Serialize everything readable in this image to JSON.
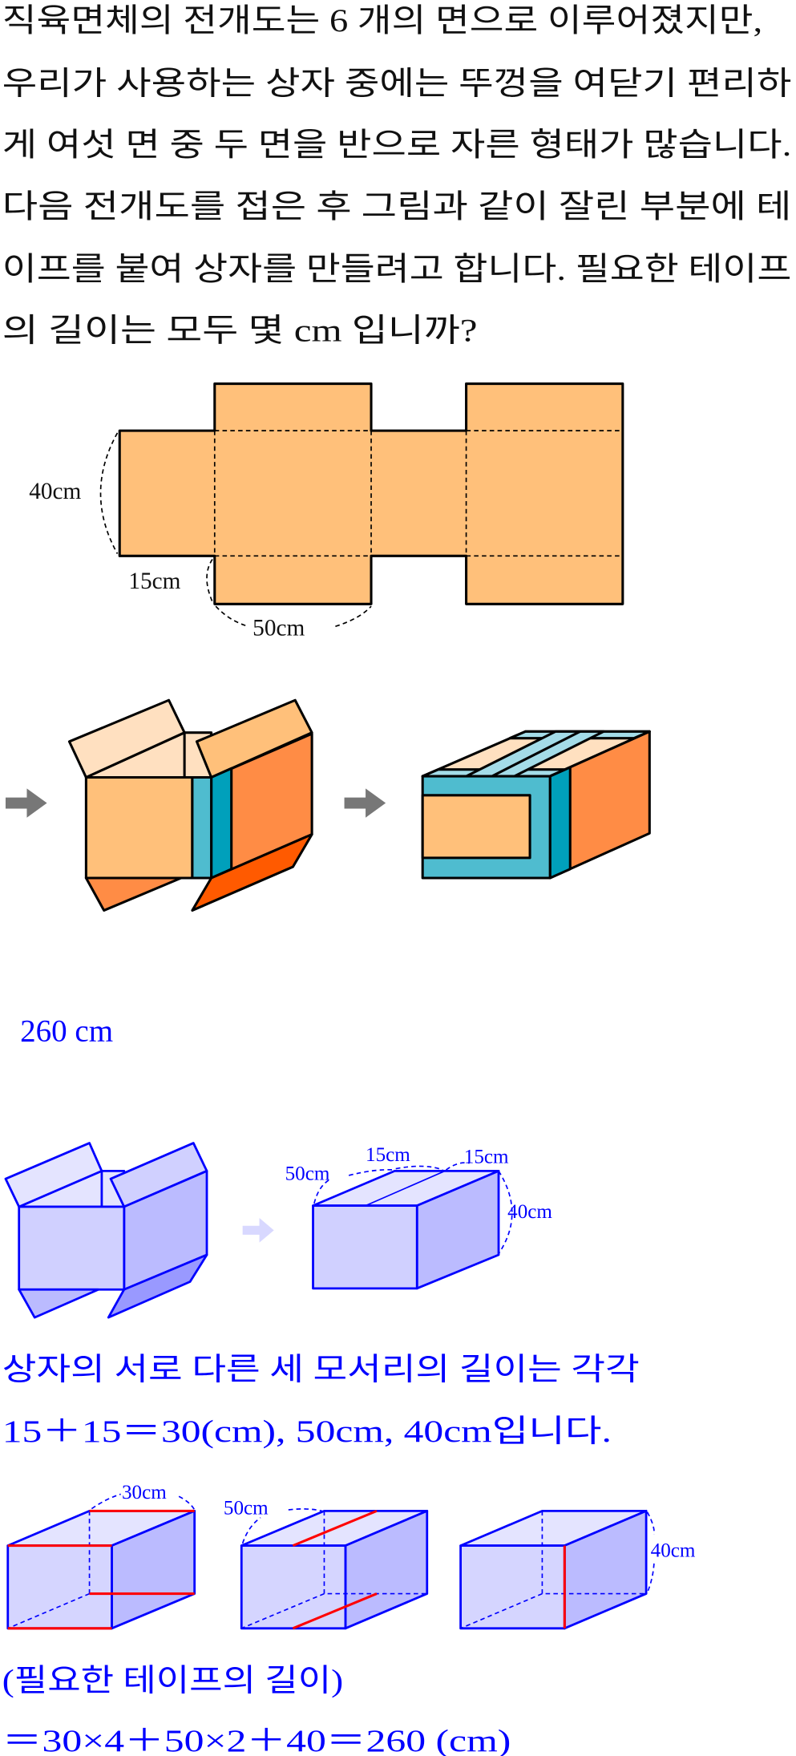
{
  "problem": {
    "lines": [
      "직육면체의 전개도는 6 개의 면으로 이루어졌지만,",
      "우리가 사용하는 상자 중에는 뚜껑을 여닫기 편리하",
      "게 여섯 면 중 두 면을 반으로 자른 형태가 많습니다.",
      "다음 전개도를 접은 후 그림과 같이 잘린 부분에 테",
      "이프를 붙여 상자를 만들려고 합니다. 필요한 테이프",
      "의 길이는 모두 몇 cm 입니까?"
    ]
  },
  "net_figure": {
    "height_label": "40cm",
    "flap_label": "15cm",
    "width_label": "50cm"
  },
  "answer": {
    "value": "260 cm"
  },
  "solution": {
    "figure_labels": {
      "a": "50cm",
      "b": "15cm",
      "c": "15cm",
      "d": "40cm"
    },
    "lines": [
      "상자의 서로 다른 세 모서리의 길이는 각각",
      "15＋15＝30(cm),  50cm,  40cm입니다."
    ],
    "edge_labels": {
      "box1": "30cm",
      "box2": "50cm",
      "box3": "40cm"
    },
    "calc_lines": [
      "(필요한 테이프의 길이)",
      "＝30×4＋50×2＋40＝260 (cm)"
    ]
  },
  "colors": {
    "face": "#FFC07A",
    "side": "#FF8C45",
    "flap_dark": "#FF5A00",
    "tape": "#4FBCCF",
    "tape_dark": "#00A0BB",
    "solution_blue": "#0000FF",
    "highlight_red": "#FF0000"
  }
}
